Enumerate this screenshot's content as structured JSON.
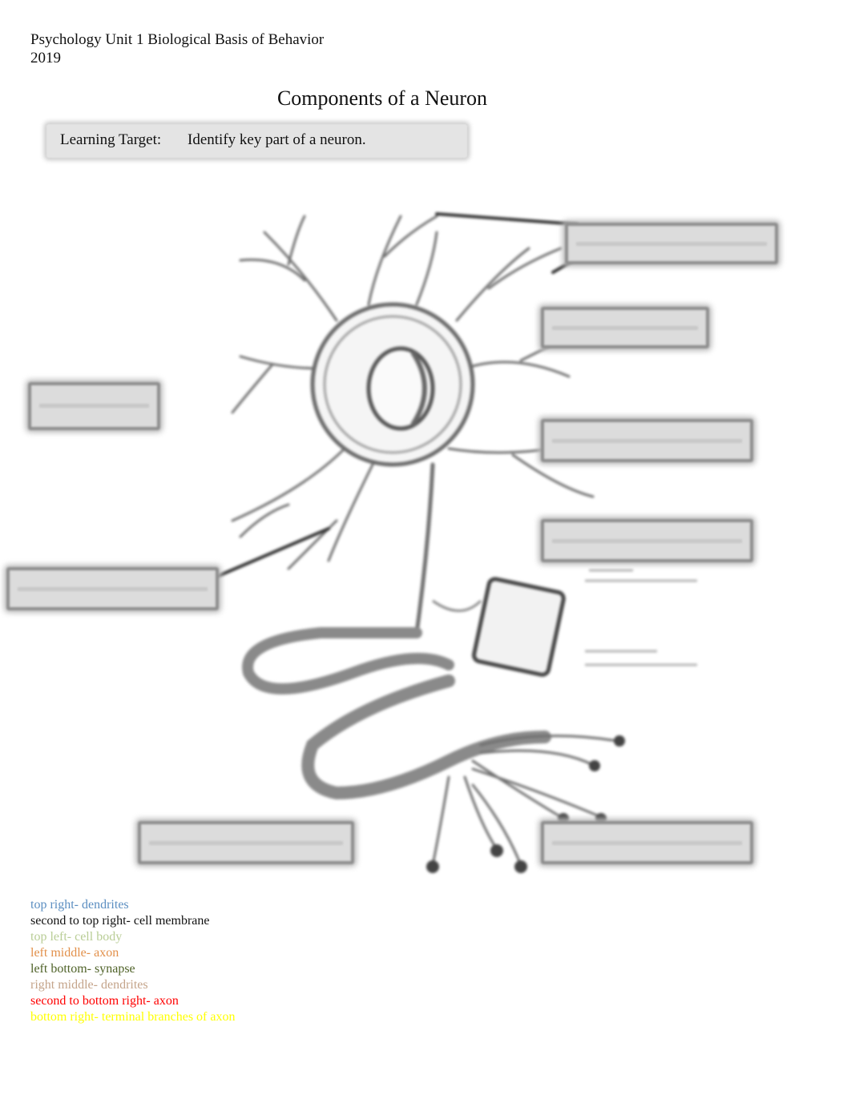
{
  "header": {
    "line1": "Psychology Unit 1 Biological Basis of Behavior",
    "line2": "2019"
  },
  "title": "Components of a Neuron",
  "learning_target": {
    "label": "Learning Target:",
    "text": "Identify key part of a neuron."
  },
  "legend": [
    {
      "text": "top right- dendrites",
      "color": "#5b8ec1"
    },
    {
      "text": "second to top right- cell membrane",
      "color": "#111111"
    },
    {
      "text": "top left- cell body",
      "color": "#b9cd96"
    },
    {
      "text": "left middle- axon",
      "color": "#e2904a"
    },
    {
      "text": "left bottom- synapse",
      "color": "#4f6228"
    },
    {
      "text": "right middle- dendrites",
      "color": "#c4a48a"
    },
    {
      "text": "second to bottom right- axon",
      "color": "#ff0000"
    },
    {
      "text": "bottom right- terminal branches of axon",
      "color": "#ffff00"
    }
  ]
}
